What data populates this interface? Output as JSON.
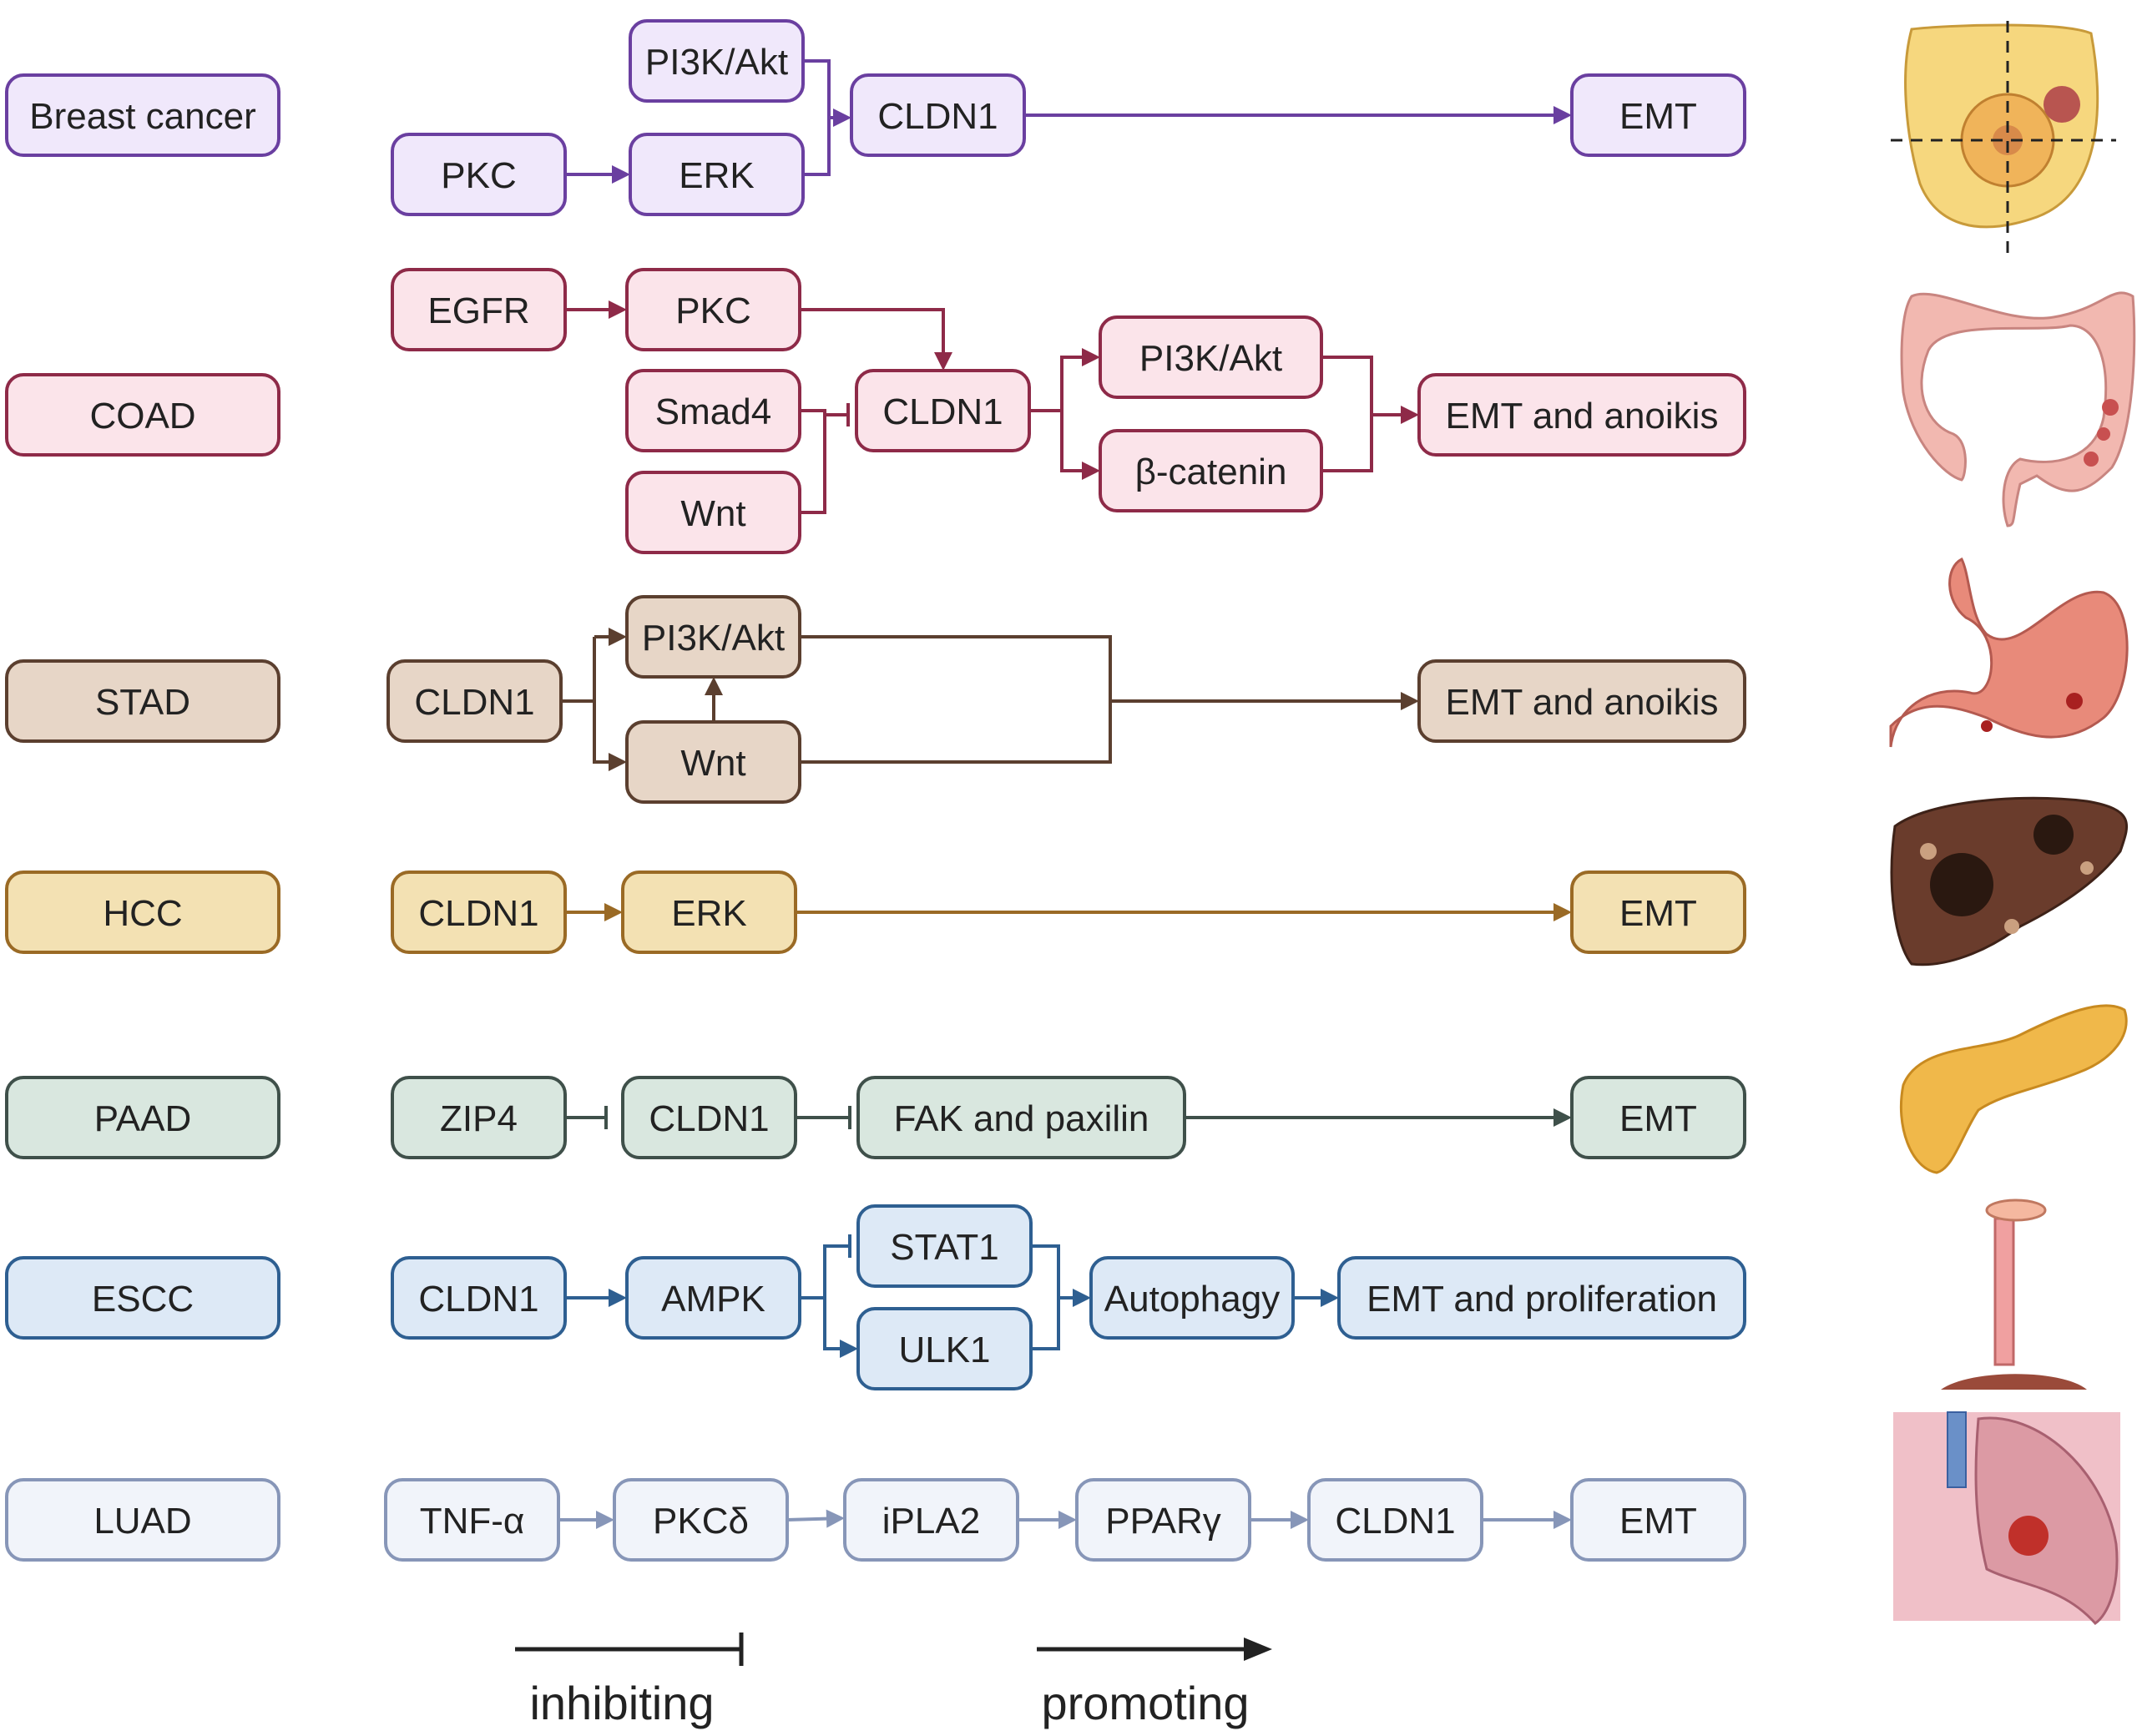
{
  "colors": {
    "breast": {
      "fill": "#f0e8fb",
      "stroke": "#6a3fa0"
    },
    "coad": {
      "fill": "#fbe4ea",
      "stroke": "#8e2a48"
    },
    "stad": {
      "fill": "#e7d6c7",
      "stroke": "#5b3f2f"
    },
    "hcc": {
      "fill": "#f3e1b3",
      "stroke": "#9a6a25"
    },
    "paad": {
      "fill": "#d9e7df",
      "stroke": "#3f504a"
    },
    "escc": {
      "fill": "#dde9f6",
      "stroke": "#2e5f91"
    },
    "luad": {
      "fill": "#f1f4fa",
      "stroke": "#8796b8"
    }
  },
  "rows": [
    {
      "id": "breast",
      "label": "Breast cancer",
      "organ": "breast-illustration",
      "nodes": {
        "pi3k": "PI3K/Akt",
        "pkc": "PKC",
        "erk": "ERK",
        "cldn1": "CLDN1",
        "emt": "EMT"
      }
    },
    {
      "id": "coad",
      "label": "COAD",
      "organ": "colon-illustration",
      "nodes": {
        "egfr": "EGFR",
        "pkc": "PKC",
        "smad4": "Smad4",
        "wnt": "Wnt",
        "cldn1": "CLDN1",
        "pi3k": "PI3K/Akt",
        "bcat": "β-catenin",
        "emt": "EMT and anoikis"
      }
    },
    {
      "id": "stad",
      "label": "STAD",
      "organ": "stomach-illustration",
      "nodes": {
        "cldn1": "CLDN1",
        "pi3k": "PI3K/Akt",
        "wnt": "Wnt",
        "emt": "EMT and anoikis"
      }
    },
    {
      "id": "hcc",
      "label": "HCC",
      "organ": "liver-illustration",
      "nodes": {
        "cldn1": "CLDN1",
        "erk": "ERK",
        "emt": "EMT"
      }
    },
    {
      "id": "paad",
      "label": "PAAD",
      "organ": "pancreas-illustration",
      "nodes": {
        "zip4": "ZIP4",
        "cldn1": "CLDN1",
        "fak": "FAK and paxilin",
        "emt": "EMT"
      }
    },
    {
      "id": "escc",
      "label": "ESCC",
      "organ": "esophagus-illustration",
      "nodes": {
        "cldn1": "CLDN1",
        "ampk": "AMPK",
        "stat1": "STAT1",
        "ulk1": "ULK1",
        "autophagy": "Autophagy",
        "emt": "EMT and proliferation"
      }
    },
    {
      "id": "luad",
      "label": "LUAD",
      "organ": "lung-illustration",
      "nodes": {
        "tnf": "TNF-α",
        "pkcd": "PKCδ",
        "ipla2": "iPLA2",
        "ppar": "PPARγ",
        "cldn1": "CLDN1",
        "emt": "EMT"
      }
    }
  ],
  "legend": {
    "inhibiting": "inhibiting",
    "promoting": "promoting"
  }
}
